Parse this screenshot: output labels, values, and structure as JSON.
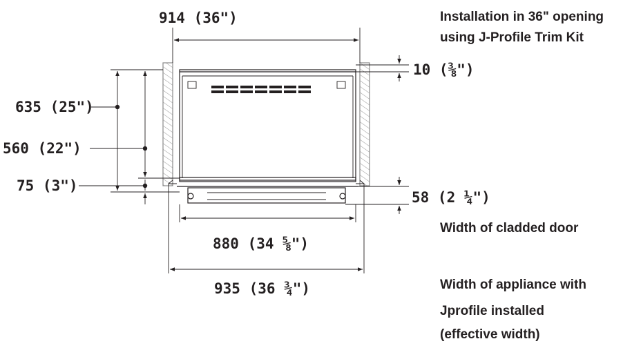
{
  "dimensions": {
    "opening_width": "914 (36\")",
    "top_gap": "10 (⅜\")",
    "total_height": "635 (25\")",
    "body_height": "560 (22\")",
    "base_height": "75 (3\")",
    "door_offset": "58 (2 ¼\")",
    "door_width": "880 (34 ⅝\")",
    "appliance_width": "935 (36 ¾\")"
  },
  "notes": {
    "installation_line1": "Installation in 36\" opening",
    "installation_line2": "using J-Profile Trim Kit",
    "cladded_door": "Width of cladded door",
    "effective_line1": "Width of appliance with",
    "effective_line2": "Jprofile installed",
    "effective_line3": "(effective width)"
  }
}
